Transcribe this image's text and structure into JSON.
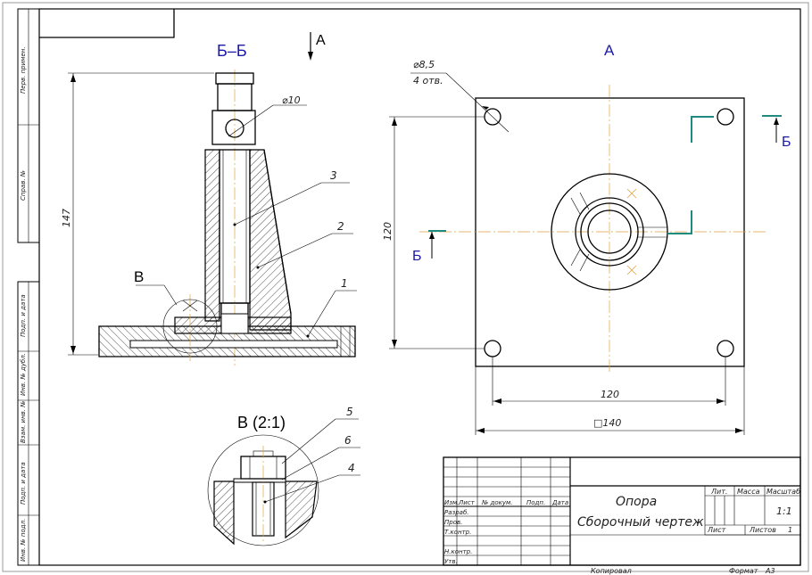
{
  "views": {
    "section_title": "Б–Б",
    "view_a_title": "А",
    "view_arrow_label": "А",
    "detail_title": "В (2:1)",
    "detail_marker": "В",
    "cut_label_left": "Б",
    "cut_label_right": "Б"
  },
  "dimensions": {
    "height": "147",
    "pin_dia": "⌀10",
    "hole_dia": "⌀8,5",
    "hole_count": "4 отв.",
    "vertical": "120",
    "horizontal": "120",
    "square": "□140"
  },
  "balloons": [
    "1",
    "2",
    "3",
    "4",
    "5",
    "6"
  ],
  "side_strip": [
    "Перв. примен.",
    "Справ. №",
    "Подп. и дата",
    "Инв. № дубл.",
    "Взам. инв. №",
    "Подп. и дата",
    "Инв. № подл."
  ],
  "title_block": {
    "name_line1": "Опора",
    "name_line2": "Сборочный чертеж",
    "col_izm": "Изм.",
    "col_list": "Лист",
    "col_docnum": "№ докум.",
    "col_sign": "Подп.",
    "col_date": "Дата",
    "row_razrab": "Разраб.",
    "row_prov": "Пров.",
    "row_tkontr": "Т.контр.",
    "row_nkontr": "Н.контр.",
    "row_utv": "Утв.",
    "lit": "Лит.",
    "massa": "Масса",
    "masshtab": "Масштаб",
    "scale_value": "1:1",
    "list_label": "Лист",
    "listov_label": "Листов",
    "listov_value": "1",
    "copied": "Копировал",
    "format_label": "Формат",
    "format_value": "А3"
  }
}
